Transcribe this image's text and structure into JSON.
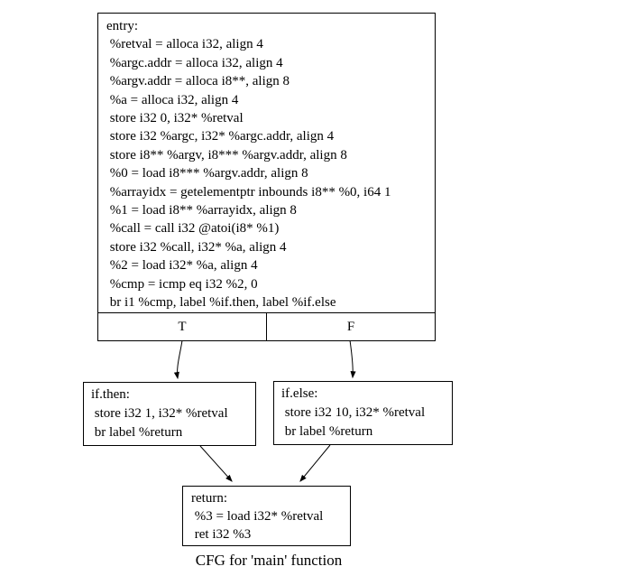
{
  "cfg": {
    "caption": "CFG for 'main' function",
    "colors": {
      "background": "#ffffff",
      "border": "#000000",
      "text": "#000000",
      "edge": "#000000"
    },
    "entry": {
      "true_label": "T",
      "false_label": "F",
      "lines": [
        "entry:",
        " %retval = alloca i32, align 4",
        " %argc.addr = alloca i32, align 4",
        " %argv.addr = alloca i8**, align 8",
        " %a = alloca i32, align 4",
        " store i32 0, i32* %retval",
        " store i32 %argc, i32* %argc.addr, align 4",
        " store i8** %argv, i8*** %argv.addr, align 8",
        " %0 = load i8*** %argv.addr, align 8",
        " %arrayidx = getelementptr inbounds i8** %0, i64 1",
        " %1 = load i8** %arrayidx, align 8",
        " %call = call i32 @atoi(i8* %1)",
        " store i32 %call, i32* %a, align 4",
        " %2 = load i32* %a, align 4",
        " %cmp = icmp eq i32 %2, 0",
        " br i1 %cmp, label %if.then, label %if.else"
      ]
    },
    "if_then": {
      "lines": [
        "if.then:",
        " store i32 1, i32* %retval",
        " br label %return"
      ]
    },
    "if_else": {
      "lines": [
        "if.else:",
        " store i32 10, i32* %retval",
        " br label %return"
      ]
    },
    "return_block": {
      "lines": [
        "return:",
        " %3 = load i32* %retval",
        " ret i32 %3"
      ]
    }
  }
}
